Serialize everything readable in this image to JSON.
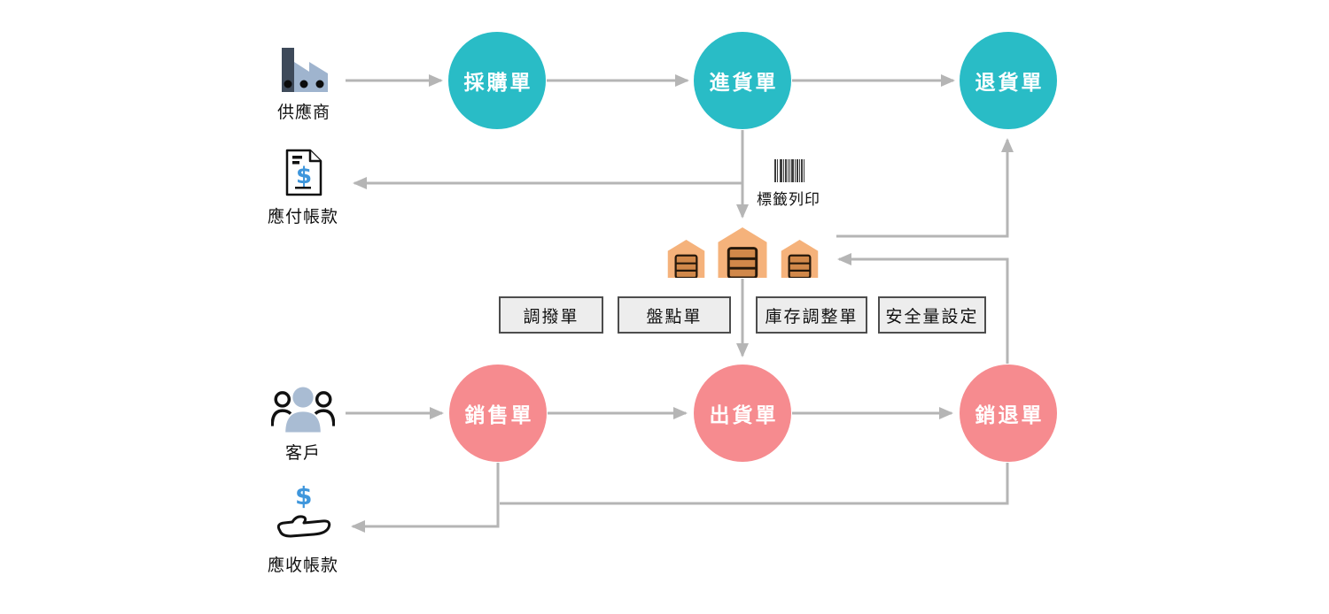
{
  "colors": {
    "teal": "#29BCC6",
    "coral": "#F68B8F",
    "line": "#B5B5B5",
    "box_fill": "#EDEDED",
    "box_border": "#4D4D4D",
    "dollar_blue": "#3E96DC",
    "factory_dark": "#3E4A5A",
    "factory_light": "#9FB4CE",
    "people_fill": "#A9BCD3",
    "warehouse_light": "#F5B27B",
    "warehouse_door": "#D1884A",
    "warehouse_line": "#26180B"
  },
  "nodes": {
    "purchase": {
      "label": "採購單"
    },
    "receiving": {
      "label": "進貨單"
    },
    "purchase_return": {
      "label": "退貨單"
    },
    "sales": {
      "label": "銷售單"
    },
    "shipping": {
      "label": "出貨單"
    },
    "sales_return": {
      "label": "銷退單"
    }
  },
  "actors": {
    "supplier": {
      "label": "供應商"
    },
    "customer": {
      "label": "客戶"
    },
    "accounts_payable": {
      "label": "應付帳款",
      "symbol": "$"
    },
    "accounts_receivable": {
      "label": "應收帳款",
      "symbol": "$"
    },
    "label_printing": {
      "label": "標籤列印"
    }
  },
  "inventory_boxes": [
    {
      "label": "調撥單"
    },
    {
      "label": "盤點單"
    },
    {
      "label": "庫存調整單"
    },
    {
      "label": "安全量設定"
    }
  ]
}
